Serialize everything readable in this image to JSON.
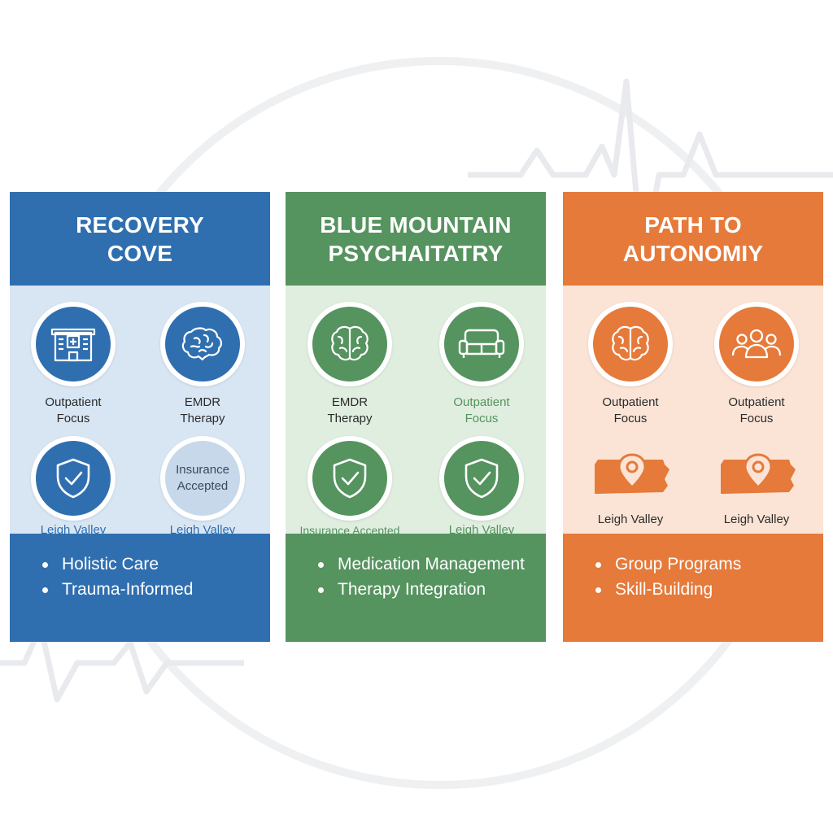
{
  "colors": {
    "blue": "#2f6fb0",
    "blue_light": "#d8e6f4",
    "green": "#55935f",
    "green_light": "#dfeedf",
    "orange": "#e57a3a",
    "orange_light": "#fbe4d6"
  },
  "cards": [
    {
      "title_line1": "RECOVERY",
      "title_line2": "COVE",
      "features": [
        {
          "icon": "hospital-icon",
          "label_line1": "Outpatient",
          "label_line2": "Focus"
        },
        {
          "icon": "brain-icon",
          "label_line1": "EMDR",
          "label_line2": "Therapy"
        },
        {
          "icon": "shield-check-icon",
          "caption": "Leigh Valley"
        },
        {
          "icon": "text-badge",
          "badge_line1": "Insurance",
          "badge_line2": "Accepted",
          "caption": "Leigh Valley"
        }
      ],
      "bullets": [
        "Holistic Care",
        "Trauma-Informed"
      ]
    },
    {
      "title_line1": "BLUE MOUNTAIN",
      "title_line2": "PSYCHAITATRY",
      "features": [
        {
          "icon": "brain-icon",
          "label_line1": "EMDR",
          "label_line2": "Therapy"
        },
        {
          "icon": "couch-icon",
          "label_line1": "Outpatient",
          "label_line2": "Focus"
        },
        {
          "icon": "shield-check-icon",
          "caption": "Insurance Accepted"
        },
        {
          "icon": "shield-check-icon",
          "caption": "Leigh Valley"
        }
      ],
      "bullets": [
        "Medication Management",
        "Therapy Integration"
      ]
    },
    {
      "title_line1": "PATH TO",
      "title_line2": "AUTONOMIY",
      "features": [
        {
          "icon": "brain-icon",
          "label_line1": "Outpatient",
          "label_line2": "Focus"
        },
        {
          "icon": "group-icon",
          "label_line1": "Outpatient",
          "label_line2": "Focus"
        },
        {
          "icon": "map-pin-icon",
          "caption": "Leigh Valley"
        },
        {
          "icon": "map-pin-icon",
          "caption": "Leigh Valley"
        }
      ],
      "bullets": [
        "Group Programs",
        "Skill-Building"
      ]
    }
  ]
}
